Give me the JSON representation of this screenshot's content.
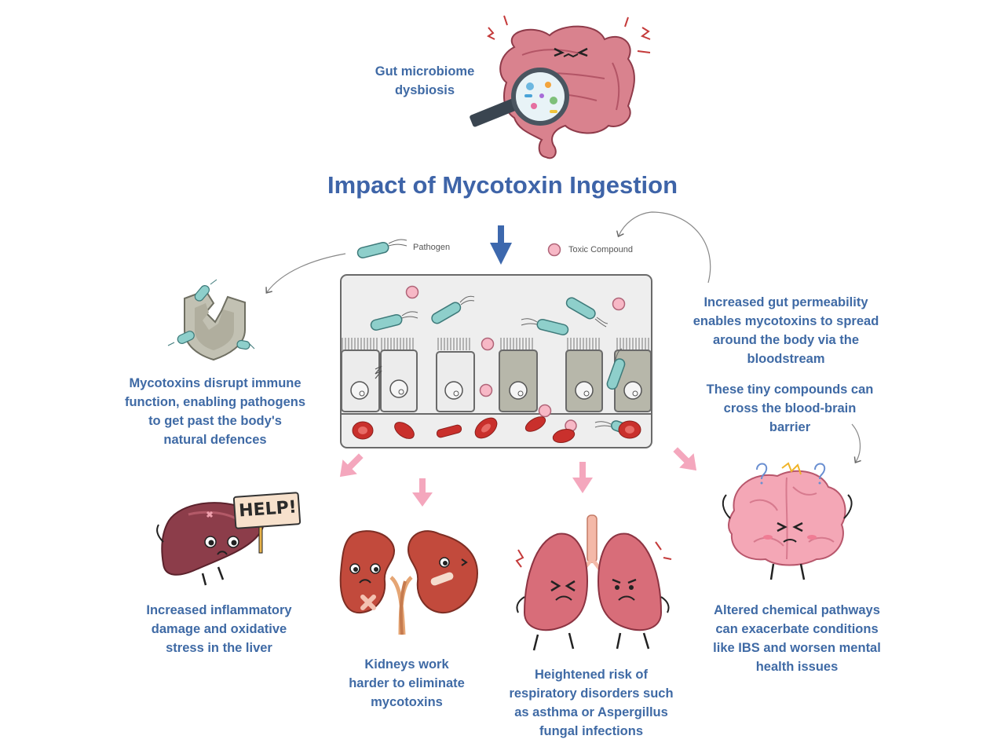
{
  "title": "Impact of Mycotoxin Ingestion",
  "legend": {
    "pathogen": "Pathogen",
    "toxic_compound": "Toxic Compound"
  },
  "gut_label": [
    "Gut microbiome",
    "dysbiosis"
  ],
  "immune_label": [
    "Mycotoxins disrupt immune",
    "function, enabling pathogens",
    "to get past the body's",
    "natural defences"
  ],
  "permeability_label": [
    "Increased gut permeability",
    "enables mycotoxins to spread",
    "around the body via the",
    "bloodstream"
  ],
  "bbb_label": [
    "These tiny compounds can",
    "cross the blood-brain",
    "barrier"
  ],
  "liver_label": [
    "Increased inflammatory",
    "damage and oxidative",
    "stress in the liver"
  ],
  "kidney_label": [
    "Kidneys work",
    "harder to eliminate",
    "mycotoxins"
  ],
  "lung_label": [
    "Heightened risk of",
    "respiratory disorders such",
    "as asthma or Aspergillus",
    "fungal infections"
  ],
  "brain_label": [
    "Altered chemical pathways",
    "can exacerbate conditions",
    "like IBS and worsen mental",
    "health issues"
  ],
  "help_sign": "HELP!",
  "colors": {
    "label_blue": "#3f6aa5",
    "arrow_blue": "#3d68ad",
    "arrow_pink": "#f4a7bd",
    "pathogen": "#8ecfcb",
    "toxin": "#f7b8c6",
    "blood_cell": "#c9302c"
  },
  "icons": [
    "intestine-icon",
    "magnifier-icon",
    "broken-shield-icon",
    "liver-icon",
    "kidneys-icon",
    "lungs-icon",
    "brain-icon"
  ]
}
